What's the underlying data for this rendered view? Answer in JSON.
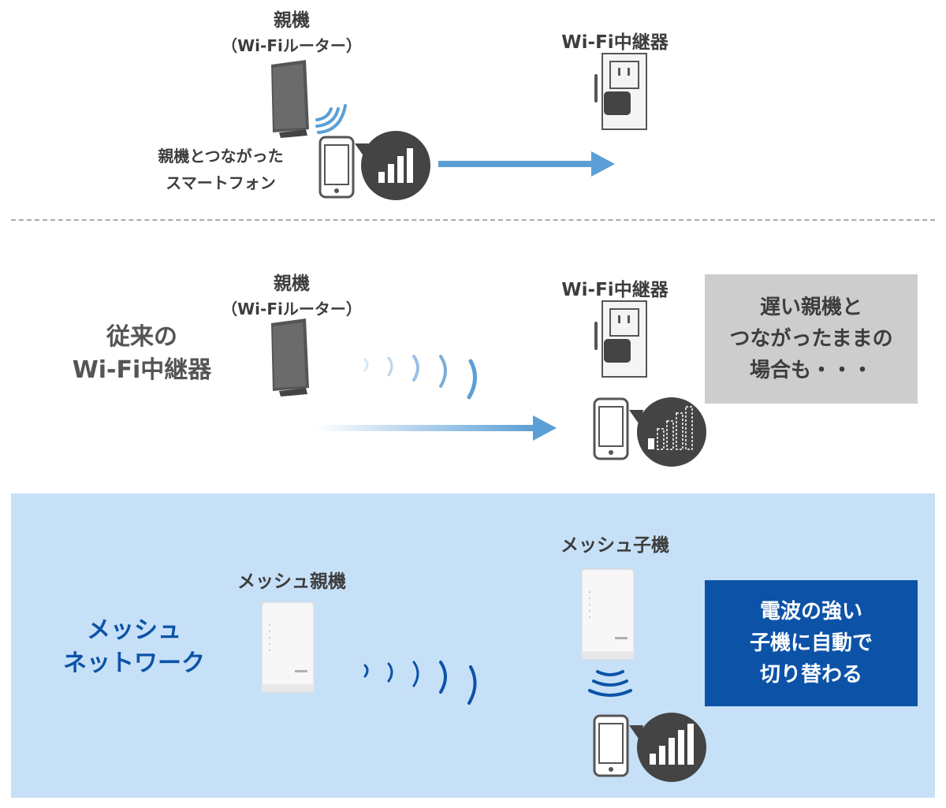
{
  "top": {
    "router_label": "親機",
    "router_sublabel": "（Wi-Fiルーター）",
    "phone_label_line1": "親機とつながった",
    "phone_label_line2": "スマートフォン",
    "extender_label": "Wi-Fi中継器"
  },
  "middle": {
    "section_title_line1": "従来の",
    "section_title_line2": "Wi-Fi中継器",
    "router_label": "親機",
    "router_sublabel": "（Wi-Fiルーター）",
    "extender_label": "Wi-Fi中継器",
    "note_line1": "遅い親機と",
    "note_line2": "つながったままの",
    "note_line3": "場合も・・・"
  },
  "bottom": {
    "section_title_line1": "メッシュ",
    "section_title_line2": "ネットワーク",
    "parent_label": "メッシュ親機",
    "child_label": "メッシュ子機",
    "note_line1": "電波の強い",
    "note_line2": "子機に自動で",
    "note_line3": "切り替わる",
    "background_color": "#c6e0f7",
    "accent_color": "#0c53a8"
  }
}
